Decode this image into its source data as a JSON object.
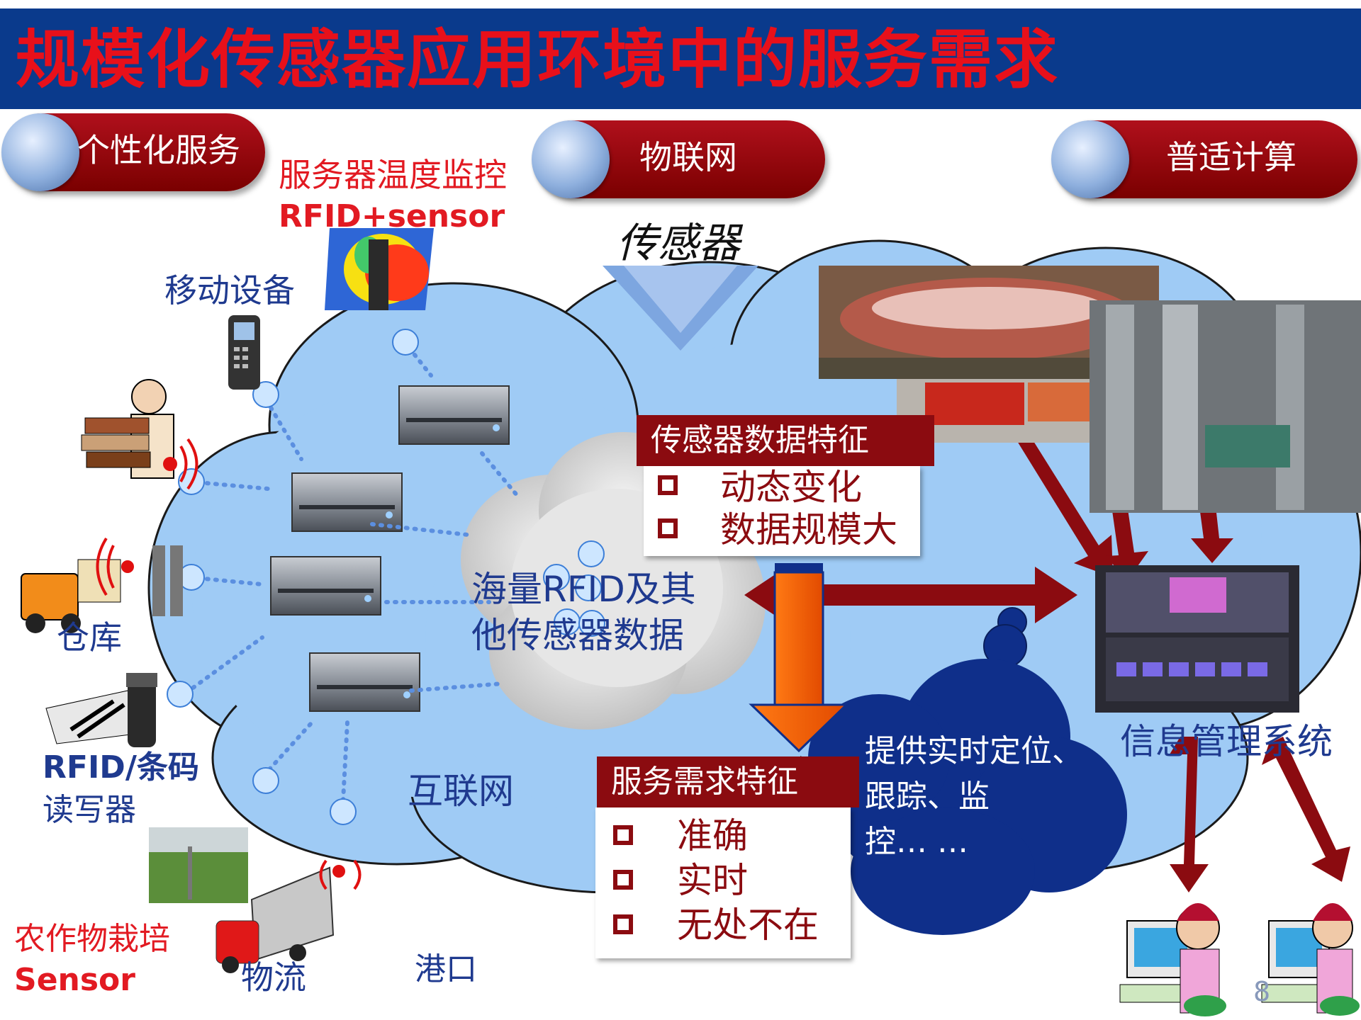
{
  "title": "规模化传感器应用环境中的服务需求",
  "pills": [
    {
      "label": "个性化服务"
    },
    {
      "label": "物联网"
    },
    {
      "label": "普适计算"
    }
  ],
  "labels": {
    "server_temp": "服务器温度监控",
    "rfid_sensor": "RFID+sensor",
    "sensor_italic": "传感器",
    "mobile": "移动设备",
    "warehouse": "仓库",
    "rfid_reader_1": "RFID/条码",
    "rfid_reader_2": "读写器",
    "agri_1": "农作物栽培",
    "agri_2": "Sensor",
    "logistics": "物流",
    "port": "港口",
    "internet": "互联网",
    "mass_data_1": "海量RFID及其",
    "mass_data_2": "他传感器数据",
    "info_sys": "信息管理系统",
    "page_num": "8"
  },
  "data_features": {
    "header": "传感器数据特征",
    "items": [
      "动态变化",
      "数据规模大"
    ]
  },
  "service_features": {
    "header": "服务需求特征",
    "items": [
      "准确",
      "实时",
      "无处不在"
    ]
  },
  "thought": {
    "lines": [
      "提供实时定位、",
      "跟踪、监",
      "控… …"
    ]
  },
  "colors": {
    "title_bar": "#0a3a8c",
    "title_text": "#e8101a",
    "dark_red": "#8b0b10",
    "cloud_blue": "#9fcbf5",
    "label_blue": "#1f3a8f"
  }
}
